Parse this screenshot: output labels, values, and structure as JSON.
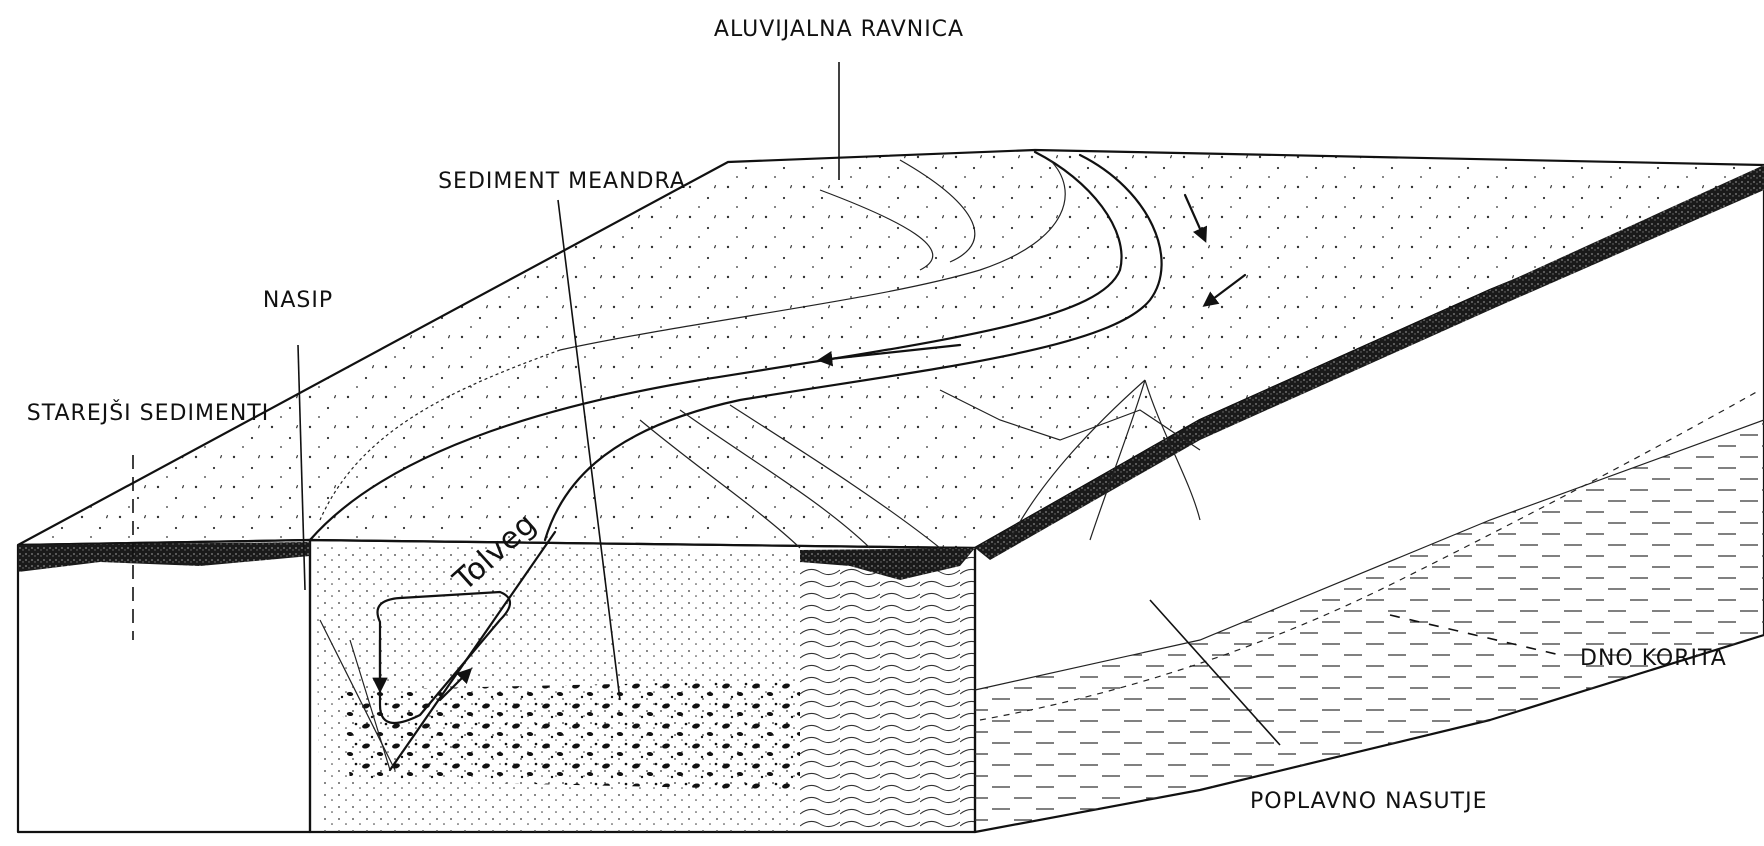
{
  "labels": {
    "alluvial_plain": "ALUVIJALNA RAVNICA",
    "meander_sediment": "SEDIMENT MEANDRA",
    "levee": "NASIP",
    "older_sediments": "STAREJŠI SEDIMENTI",
    "thalweg": "Tolveg",
    "channel_bottom": "DNO KORITA",
    "flood_deposit": "POPLAVNO NASUTJE"
  }
}
